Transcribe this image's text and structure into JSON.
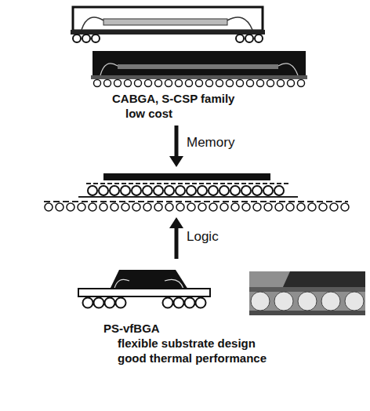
{
  "diagram": {
    "labels": [
      "CABGA, S-CSP family",
      "low cost",
      "Memory",
      "Logic",
      "PS-vfBGA",
      "flexible substrate design",
      "good thermal performance"
    ]
  }
}
